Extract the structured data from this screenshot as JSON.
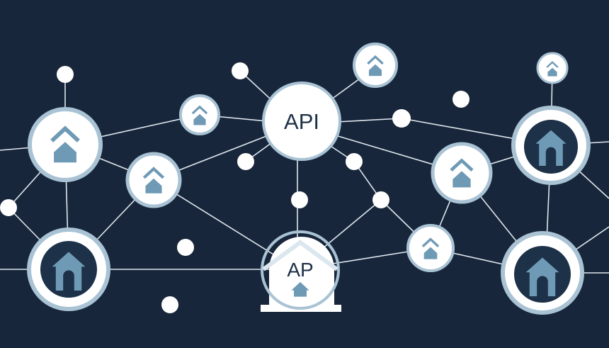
{
  "diagram": {
    "hub_top": {
      "label": "API"
    },
    "hub_bottom": {
      "label": "AP"
    },
    "colors": {
      "background": "#17263a",
      "edge": "#dfe6ee",
      "node_fill": "#ffffff",
      "node_ring": "#a9c3d4",
      "icon": "#6f9ab6",
      "dark_disc": "#1d3148",
      "hub_text": "#1d3148"
    },
    "icons": {
      "hub": "api-node",
      "nested_house": "house-with-roof-chevron-icon",
      "arch_house": "house-arch-icon",
      "dot": "endpoint-dot"
    }
  }
}
